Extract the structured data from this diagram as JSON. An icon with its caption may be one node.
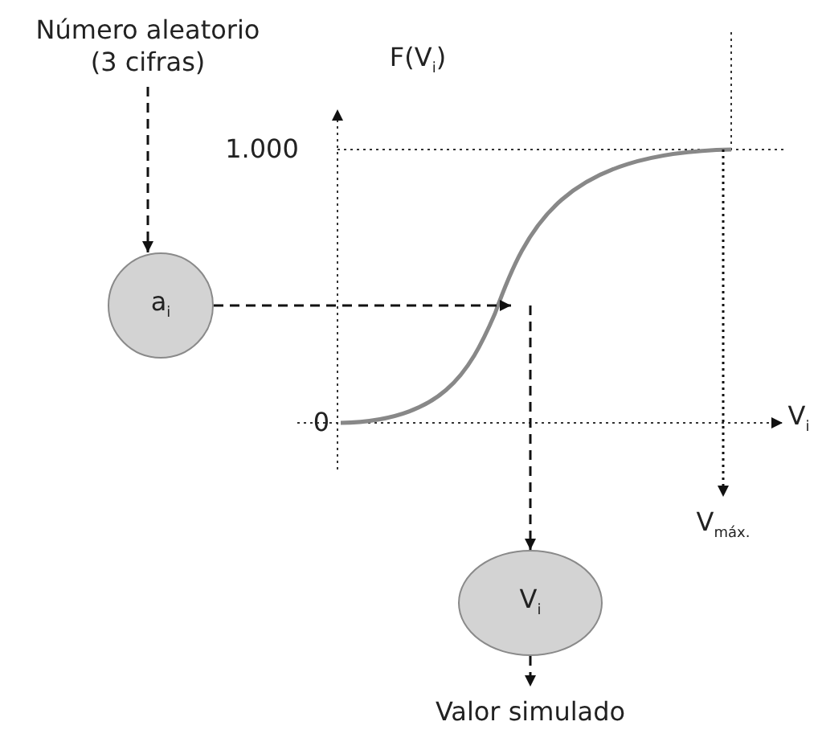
{
  "diagram": {
    "nodes": [
      {
        "text": [
          "Número aleatorio (3 cifras)"
        ]
      },
      {
        "text": [
          "a$_{i}$"
        ]
      },
      {
        "text": [
          "V$_{i}$"
        ]
      },
      {
        "text": [
          "Valor simulado"
        ]
      },
      {
        "text": [
          "V$_{máx.}$"
        ]
      }
    ],
    "edges": [
      {
        "from": 0,
        "to": 1,
        "arrow": "to",
        "style": "dashed"
      },
      {
        "from": 1,
        "to": null,
        "arrow": "to",
        "style": "dashed"
      },
      {
        "from": null,
        "to": 2,
        "arrow": "to",
        "style": "dashed"
      },
      {
        "from": 2,
        "to": 3,
        "arrow": "to",
        "style": "dashed"
      },
      {
        "from": null,
        "to": 4,
        "arrow": "to",
        "style": "dashed"
      }
    ],
    "labels": [
      "F(V$_{i}$)",
      "1.000",
      "0",
      "V$_{i}$"
    ]
  }
}
